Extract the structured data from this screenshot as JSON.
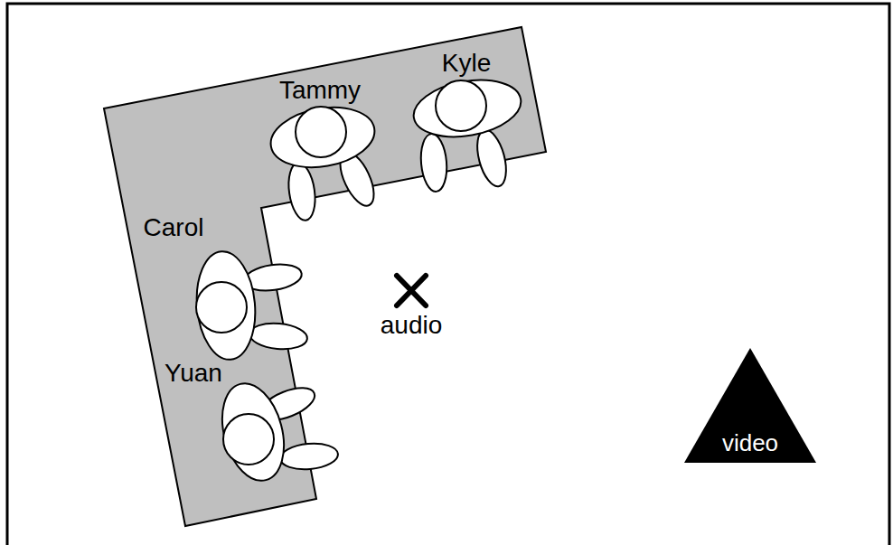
{
  "diagram": {
    "nodes": [
      {
        "text": [
          "video"
        ]
      }
    ],
    "labels": [
      "Tammy",
      "Kyle",
      "Carol",
      "Yuan",
      "audio"
    ]
  }
}
